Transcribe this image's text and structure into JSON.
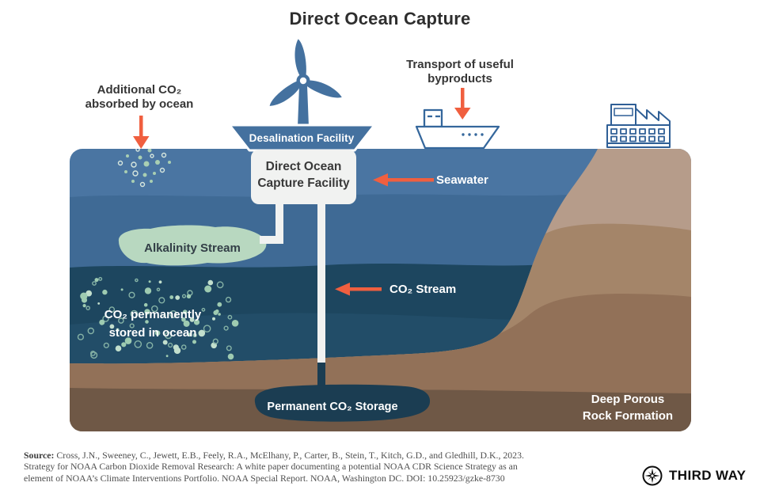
{
  "title": "Direct Ocean Capture",
  "labels": {
    "additional_co2": "Additional CO₂\nabsorbed by ocean",
    "transport": "Transport of useful\nbyproducts",
    "desalination": "Desalination Facility",
    "doc_facility": "Direct Ocean\nCapture Facility",
    "seawater": "Seawater",
    "alkalinity": "Alkalinity Stream",
    "co2_stream": "CO₂ Stream",
    "co2_stored": "CO₂  permanently\nstored in ocean",
    "permanent_storage": "Permanent CO₂ Storage",
    "deep_porous": "Deep Porous\nRock Formation"
  },
  "source": {
    "label": "Source:",
    "line1": " Cross, J.N., Sweeney, C., Jewett, E.B., Feely, R.A., McElhany, P., Carter, B., Stein, T., Kitch, G.D., and Gledhill, D.K., 2023.",
    "line2": "Strategy for NOAA Carbon Dioxide Removal Research: A white paper documenting a potential NOAA CDR Science Strategy as an",
    "line3": "element of NOAA’s Climate Interventions Portfolio. NOAA Special Report. NOAA, Washington DC. DOI: 10.25923/gzke-8730"
  },
  "logo": {
    "text": "THIRD WAY"
  },
  "icons": {
    "turbine": "wind-turbine-icon",
    "ship": "cargo-ship-icon",
    "factory": "factory-icon",
    "arrows": "orange-arrow-icon",
    "compass": "third-way-compass-icon",
    "bubbles": "co2-bubbles"
  },
  "colors": {
    "accent_orange": "#f05f3f",
    "ocean_surface": "#4a75a2",
    "ocean_mid": "#3f6a95",
    "ocean_deep": "#1d465f",
    "ocean_deep2": "#224d68",
    "facility_blue": "#44719f",
    "outline_blue": "#35679c",
    "alkalinity_green": "#b8d8c0",
    "storage_navy": "#1b3d52",
    "land_light": "#b69c8a",
    "land_mid": "#a48569",
    "land_deep": "#927158",
    "land_bottom": "#6f5846",
    "pipe_white": "#f1f2f1",
    "text_dark": "#363636",
    "text_source": "#4f4f4f"
  }
}
